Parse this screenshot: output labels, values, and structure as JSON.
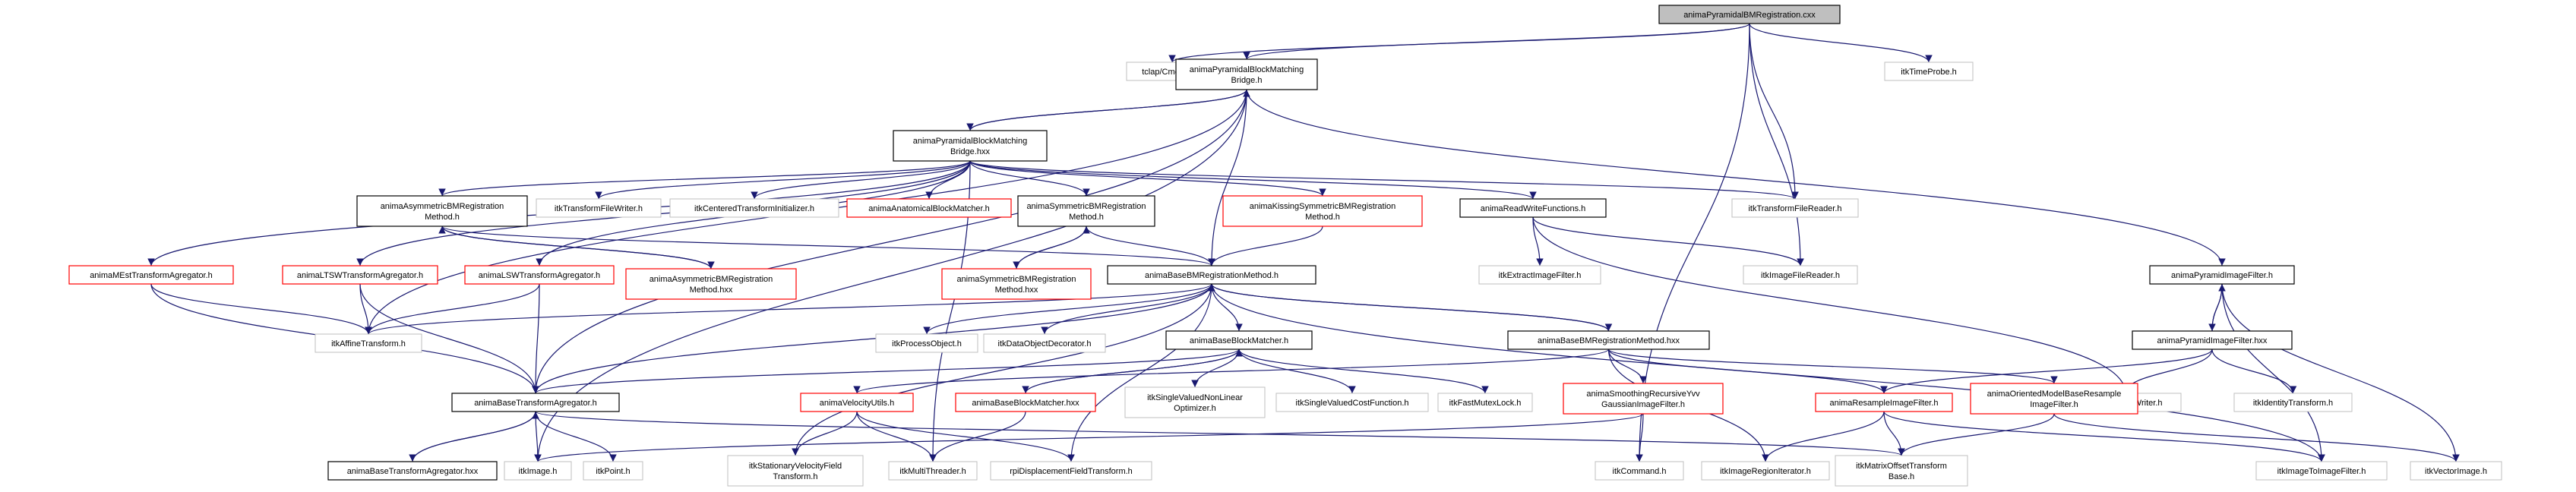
{
  "nodes": [
    {
      "id": "root",
      "lines": [
        "animaPyramidalBMRegistration.cxx"
      ],
      "style": "root"
    },
    {
      "id": "tclap",
      "lines": [
        "tclap/CmdLine.h"
      ],
      "style": "g"
    },
    {
      "id": "pbmBridgeH",
      "lines": [
        "animaPyramidalBlockMatching",
        "Bridge.h"
      ],
      "style": "b"
    },
    {
      "id": "timeProbe",
      "lines": [
        "itkTimeProbe.h"
      ],
      "style": "g"
    },
    {
      "id": "pbmBridgeHxx",
      "lines": [
        "animaPyramidalBlockMatching",
        "Bridge.hxx"
      ],
      "style": "b"
    },
    {
      "id": "asymBM",
      "lines": [
        "animaAsymmetricBMRegistration",
        "Method.h"
      ],
      "style": "b"
    },
    {
      "id": "tfWriter",
      "lines": [
        "itkTransformFileWriter.h"
      ],
      "style": "g"
    },
    {
      "id": "ctInit",
      "lines": [
        "itkCenteredTransformInitializer.h"
      ],
      "style": "g"
    },
    {
      "id": "anatBM",
      "lines": [
        "animaAnatomicalBlockMatcher.h"
      ],
      "style": "r"
    },
    {
      "id": "symBM",
      "lines": [
        "animaSymmetricBMRegistration",
        "Method.h"
      ],
      "style": "b"
    },
    {
      "id": "kissBM",
      "lines": [
        "animaKissingSymmetricBMRegistration",
        "Method.h"
      ],
      "style": "r"
    },
    {
      "id": "readWrite",
      "lines": [
        "animaReadWriteFunctions.h"
      ],
      "style": "b"
    },
    {
      "id": "tfReader",
      "lines": [
        "itkTransformFileReader.h"
      ],
      "style": "g"
    },
    {
      "id": "pyrFilterH",
      "lines": [
        "animaPyramidImageFilter.h"
      ],
      "style": "b"
    },
    {
      "id": "mestAgg",
      "lines": [
        "animaMEstTransformAgregator.h"
      ],
      "style": "r"
    },
    {
      "id": "ltswAgg",
      "lines": [
        "animaLTSWTransformAgregator.h"
      ],
      "style": "r"
    },
    {
      "id": "lswAgg",
      "lines": [
        "animaLSWTransformAgregator.h"
      ],
      "style": "r"
    },
    {
      "id": "asymBMhxx",
      "lines": [
        "animaAsymmetricBMRegistration",
        "Method.hxx"
      ],
      "style": "r"
    },
    {
      "id": "symBMhxx",
      "lines": [
        "animaSymmetricBMRegistration",
        "Method.hxx"
      ],
      "style": "r"
    },
    {
      "id": "baseBMh",
      "lines": [
        "animaBaseBMRegistrationMethod.h"
      ],
      "style": "b"
    },
    {
      "id": "extractImg",
      "lines": [
        "itkExtractImageFilter.h"
      ],
      "style": "g"
    },
    {
      "id": "imgReader",
      "lines": [
        "itkImageFileReader.h"
      ],
      "style": "g"
    },
    {
      "id": "pyrFilterHxx",
      "lines": [
        "animaPyramidImageFilter.hxx"
      ],
      "style": "b"
    },
    {
      "id": "affine",
      "lines": [
        "itkAffineTransform.h"
      ],
      "style": "g"
    },
    {
      "id": "procObj",
      "lines": [
        "itkProcessObject.h"
      ],
      "style": "g"
    },
    {
      "id": "dataObjDec",
      "lines": [
        "itkDataObjectDecorator.h"
      ],
      "style": "g"
    },
    {
      "id": "baseBlockH",
      "lines": [
        "animaBaseBlockMatcher.h"
      ],
      "style": "b"
    },
    {
      "id": "baseBMhxx",
      "lines": [
        "animaBaseBMRegistrationMethod.hxx"
      ],
      "style": "b"
    },
    {
      "id": "imgWriter",
      "lines": [
        "itkImageFileWriter.h"
      ],
      "style": "g"
    },
    {
      "id": "identTf",
      "lines": [
        "itkIdentityTransform.h"
      ],
      "style": "g"
    },
    {
      "id": "baseAggH",
      "lines": [
        "animaBaseTransformAgregator.h"
      ],
      "style": "b"
    },
    {
      "id": "velUtils",
      "lines": [
        "animaVelocityUtils.h"
      ],
      "style": "r"
    },
    {
      "id": "baseBlockHxx",
      "lines": [
        "animaBaseBlockMatcher.hxx"
      ],
      "style": "r"
    },
    {
      "id": "singleValNL",
      "lines": [
        "itkSingleValuedNonLinear",
        "Optimizer.h"
      ],
      "style": "g"
    },
    {
      "id": "singleValCost",
      "lines": [
        "itkSingleValuedCostFunction.h"
      ],
      "style": "g"
    },
    {
      "id": "fastMutex",
      "lines": [
        "itkFastMutexLock.h"
      ],
      "style": "g"
    },
    {
      "id": "smoothYvv",
      "lines": [
        "animaSmoothingRecursiveYvv",
        "GaussianImageFilter.h"
      ],
      "style": "r"
    },
    {
      "id": "resample",
      "lines": [
        "animaResampleImageFilter.h"
      ],
      "style": "r"
    },
    {
      "id": "orientResample",
      "lines": [
        "animaOrientedModelBaseResample",
        "ImageFilter.h"
      ],
      "style": "r"
    },
    {
      "id": "baseAggHxx",
      "lines": [
        "animaBaseTransformAgregator.hxx"
      ],
      "style": "b"
    },
    {
      "id": "itkImage",
      "lines": [
        "itkImage.h"
      ],
      "style": "g"
    },
    {
      "id": "itkPoint",
      "lines": [
        "itkPoint.h"
      ],
      "style": "g"
    },
    {
      "id": "statVel",
      "lines": [
        "itkStationaryVelocityField",
        "Transform.h"
      ],
      "style": "g"
    },
    {
      "id": "multiThr",
      "lines": [
        "itkMultiThreader.h"
      ],
      "style": "g"
    },
    {
      "id": "rpiDisp",
      "lines": [
        "rpiDisplacementFieldTransform.h"
      ],
      "style": "g"
    },
    {
      "id": "itkCommand",
      "lines": [
        "itkCommand.h"
      ],
      "style": "g"
    },
    {
      "id": "regionIt",
      "lines": [
        "itkImageRegionIterator.h"
      ],
      "style": "g"
    },
    {
      "id": "matOffset",
      "lines": [
        "itkMatrixOffsetTransform",
        "Base.h"
      ],
      "style": "g"
    },
    {
      "id": "imgToImg",
      "lines": [
        "itkImageToImageFilter.h"
      ],
      "style": "g"
    },
    {
      "id": "vecImg",
      "lines": [
        "itkVectorImage.h"
      ],
      "style": "g"
    }
  ],
  "edges": [
    [
      "root",
      "tclap"
    ],
    [
      "root",
      "pbmBridgeH"
    ],
    [
      "root",
      "timeProbe"
    ],
    [
      "root",
      "tfReader"
    ],
    [
      "root",
      "imgReader"
    ],
    [
      "root",
      "itkCommand"
    ],
    [
      "pbmBridgeH",
      "pbmBridgeHxx"
    ],
    [
      "pbmBridgeH",
      "baseBMh"
    ],
    [
      "pbmBridgeH",
      "pyrFilterH"
    ],
    [
      "pbmBridgeH",
      "affine"
    ],
    [
      "pbmBridgeH",
      "baseAggH"
    ],
    [
      "pbmBridgeH",
      "itkImage"
    ],
    [
      "pbmBridgeHxx",
      "pbmBridgeH"
    ],
    [
      "pbmBridgeHxx",
      "asymBM"
    ],
    [
      "pbmBridgeHxx",
      "tfWriter"
    ],
    [
      "pbmBridgeHxx",
      "ctInit"
    ],
    [
      "pbmBridgeHxx",
      "anatBM"
    ],
    [
      "pbmBridgeHxx",
      "symBM"
    ],
    [
      "pbmBridgeHxx",
      "kissBM"
    ],
    [
      "pbmBridgeHxx",
      "readWrite"
    ],
    [
      "pbmBridgeHxx",
      "tfReader"
    ],
    [
      "pbmBridgeHxx",
      "mestAgg"
    ],
    [
      "pbmBridgeHxx",
      "ltswAgg"
    ],
    [
      "pbmBridgeHxx",
      "lswAgg"
    ],
    [
      "pbmBridgeHxx",
      "multiThr"
    ],
    [
      "asymBM",
      "asymBMhxx"
    ],
    [
      "asymBM",
      "baseBMh"
    ],
    [
      "asymBMhxx",
      "asymBM"
    ],
    [
      "symBM",
      "symBMhxx"
    ],
    [
      "symBM",
      "baseBMh"
    ],
    [
      "symBMhxx",
      "symBM"
    ],
    [
      "kissBM",
      "baseBMh"
    ],
    [
      "readWrite",
      "extractImg"
    ],
    [
      "readWrite",
      "imgReader"
    ],
    [
      "readWrite",
      "imgWriter"
    ],
    [
      "pyrFilterH",
      "pyrFilterHxx"
    ],
    [
      "pyrFilterH",
      "imgToImg"
    ],
    [
      "pyrFilterH",
      "vecImg"
    ],
    [
      "pyrFilterHxx",
      "pyrFilterH"
    ],
    [
      "pyrFilterHxx",
      "resample"
    ],
    [
      "pyrFilterHxx",
      "imgWriter"
    ],
    [
      "pyrFilterHxx",
      "identTf"
    ],
    [
      "mestAgg",
      "baseAggH"
    ],
    [
      "mestAgg",
      "affine"
    ],
    [
      "ltswAgg",
      "baseAggH"
    ],
    [
      "ltswAgg",
      "affine"
    ],
    [
      "lswAgg",
      "baseAggH"
    ],
    [
      "lswAgg",
      "affine"
    ],
    [
      "baseBMh",
      "baseBMhxx"
    ],
    [
      "baseBMh",
      "procObj"
    ],
    [
      "baseBMh",
      "dataObjDec"
    ],
    [
      "baseBMh",
      "baseBlockH"
    ],
    [
      "baseBMh",
      "baseAggH"
    ],
    [
      "baseBMh",
      "affine"
    ],
    [
      "baseBMh",
      "imgToImg"
    ],
    [
      "baseBMh",
      "rpiDisp"
    ],
    [
      "baseBMh",
      "statVel"
    ],
    [
      "baseBMhxx",
      "baseBMh"
    ],
    [
      "baseBMhxx",
      "smoothYvv"
    ],
    [
      "baseBMhxx",
      "resample"
    ],
    [
      "baseBMhxx",
      "orientResample"
    ],
    [
      "baseBMhxx",
      "velUtils"
    ],
    [
      "baseBMhxx",
      "regionIt"
    ],
    [
      "baseBlockH",
      "baseBlockHxx"
    ],
    [
      "baseBlockH",
      "singleValNL"
    ],
    [
      "baseBlockH",
      "singleValCost"
    ],
    [
      "baseBlockH",
      "fastMutex"
    ],
    [
      "baseBlockH",
      "baseAggH"
    ],
    [
      "baseBlockHxx",
      "baseBlockH"
    ],
    [
      "baseBlockHxx",
      "multiThr"
    ],
    [
      "velUtils",
      "statVel"
    ],
    [
      "velUtils",
      "multiThr"
    ],
    [
      "velUtils",
      "rpiDisp"
    ],
    [
      "smoothYvv",
      "itkImage"
    ],
    [
      "smoothYvv",
      "itkCommand"
    ],
    [
      "resample",
      "regionIt"
    ],
    [
      "resample",
      "matOffset"
    ],
    [
      "resample",
      "imgToImg"
    ],
    [
      "orientResample",
      "matOffset"
    ],
    [
      "orientResample",
      "vecImg"
    ],
    [
      "baseAggH",
      "baseAggHxx"
    ],
    [
      "baseAggH",
      "itkImage"
    ],
    [
      "baseAggH",
      "itkPoint"
    ],
    [
      "baseAggH",
      "matOffset"
    ],
    [
      "baseAggHxx",
      "baseAggH"
    ]
  ]
}
